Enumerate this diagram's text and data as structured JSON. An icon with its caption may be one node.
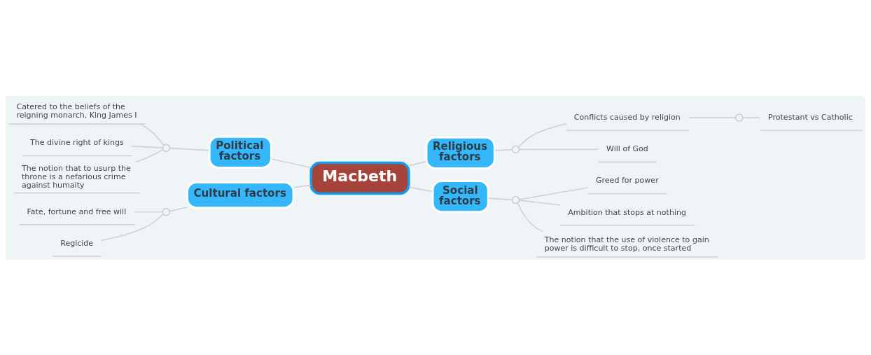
{
  "diagram": {
    "nodes": [
      {
        "text": [
          "Macbeth"
        ]
      },
      {
        "text": [
          "Political factors"
        ]
      },
      {
        "text": [],
        "shape": "circle"
      },
      {
        "text": [
          "Catered to the beliefs of the reigning monarch, King James I"
        ]
      },
      {
        "text": [
          "The divine right of kings"
        ]
      },
      {
        "text": [
          "The notion that to usurp the throne is a nefarious crime against humaity"
        ]
      },
      {
        "text": [
          "Religious factors"
        ]
      },
      {
        "text": [],
        "shape": "circle"
      },
      {
        "text": [
          "Conflicts caused by religion"
        ]
      },
      {
        "text": [],
        "shape": "circle"
      },
      {
        "text": [
          "Protestant vs Catholic"
        ]
      },
      {
        "text": [
          "Will of God"
        ]
      },
      {
        "text": [
          "Cultural factors"
        ]
      },
      {
        "text": [],
        "shape": "circle"
      },
      {
        "text": [
          "Fate, fortune and free will"
        ]
      },
      {
        "text": [
          "Regicide"
        ]
      },
      {
        "text": [
          "Social factors"
        ]
      },
      {
        "text": [],
        "shape": "circle"
      },
      {
        "text": [
          "Greed for power"
        ]
      },
      {
        "text": [
          "Ambition that stops at nothing"
        ]
      },
      {
        "text": [
          "The notion that the use of violence to gain power is difficult to stop, once started"
        ]
      }
    ],
    "edges": [
      {
        "from": 3,
        "to": 2,
        "arrow": "none"
      },
      {
        "from": 4,
        "to": 2,
        "arrow": "none"
      },
      {
        "from": 5,
        "to": 2,
        "arrow": "none"
      },
      {
        "from": 2,
        "to": 1,
        "arrow": "none"
      },
      {
        "from": 1,
        "to": 0,
        "arrow": "none"
      },
      {
        "from": 0,
        "to": 6,
        "arrow": "none"
      },
      {
        "from": 6,
        "to": 7,
        "arrow": "none"
      },
      {
        "from": 7,
        "to": 8,
        "arrow": "none"
      },
      {
        "from": 8,
        "to": 9,
        "arrow": "none"
      },
      {
        "from": 9,
        "to": 10,
        "arrow": "none"
      },
      {
        "from": 7,
        "to": 11,
        "arrow": "none"
      },
      {
        "from": 14,
        "to": 13,
        "arrow": "none"
      },
      {
        "from": 15,
        "to": 13,
        "arrow": "none"
      },
      {
        "from": 13,
        "to": 12,
        "arrow": "none"
      },
      {
        "from": 12,
        "to": 0,
        "arrow": "none"
      },
      {
        "from": 0,
        "to": 16,
        "arrow": "none"
      },
      {
        "from": 16,
        "to": 17,
        "arrow": "none"
      },
      {
        "from": 17,
        "to": 18,
        "arrow": "none"
      },
      {
        "from": 17,
        "to": 19,
        "arrow": "none"
      },
      {
        "from": 17,
        "to": 20,
        "arrow": "none"
      }
    ]
  }
}
